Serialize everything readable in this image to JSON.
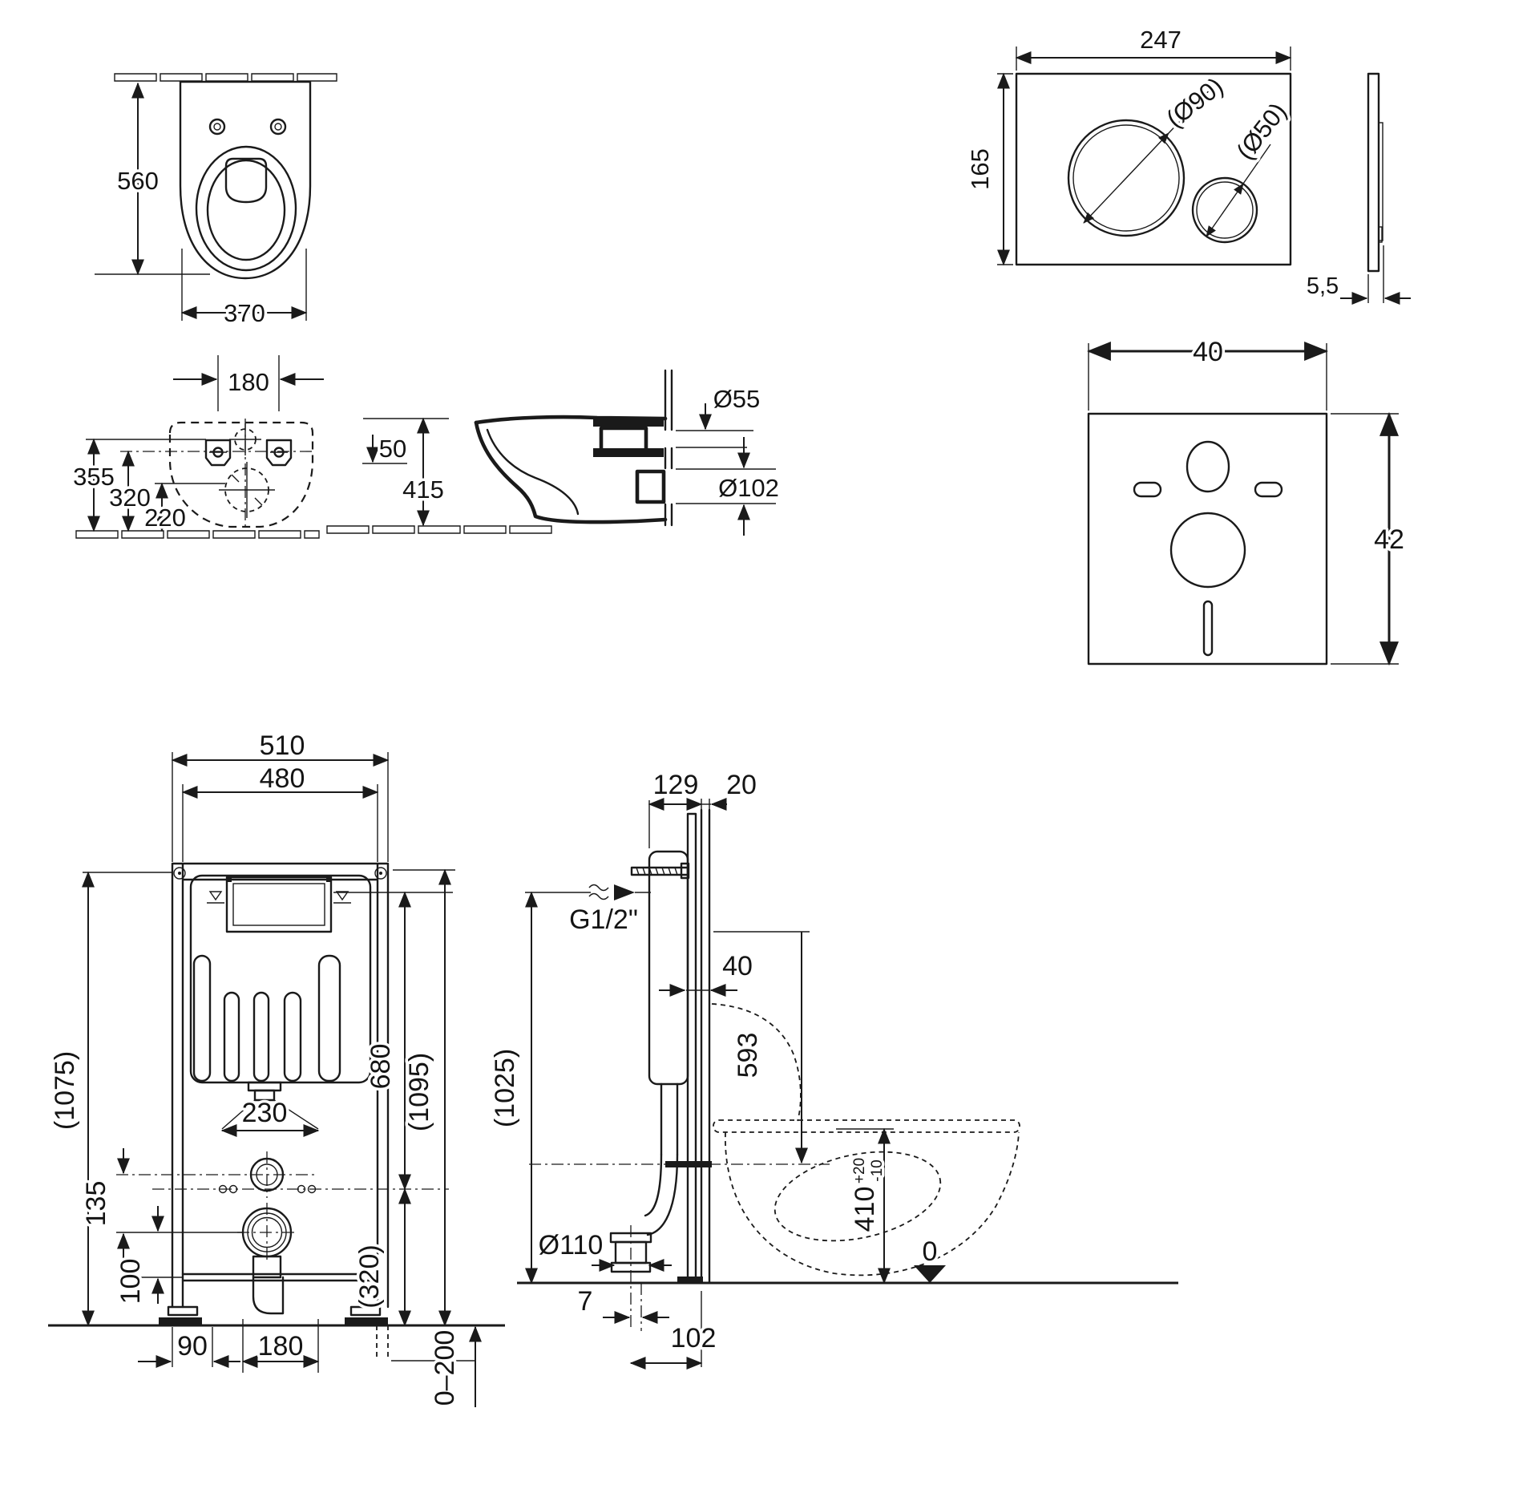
{
  "colors": {
    "line": "#1a1a1a",
    "background": "#ffffff"
  },
  "views": {
    "wc_top": {
      "depth": "560",
      "width": "370"
    },
    "wc_mount": {
      "hole_spacing": "180",
      "h_top": "355",
      "h_mid": "320",
      "h_low": "220"
    },
    "wc_side": {
      "height": "415",
      "step": "50",
      "inlet_d": "Ø55",
      "outlet_d": "Ø102"
    },
    "flush_plate": {
      "width": "247",
      "height": "165",
      "big_button": "(Ø90)",
      "small_button": "(Ø50)",
      "thickness": "5,5"
    },
    "mat": {
      "width": "40",
      "height": "42"
    },
    "frame_front": {
      "w_outer": "510",
      "w_inner": "480",
      "h_left": "(1075)",
      "h_right": "(1095)",
      "h_actuator": "680",
      "rod_spacing": "230",
      "d135": "135",
      "d100": "100",
      "h_anchor": "(320)",
      "d90": "90",
      "d180": "180",
      "feet_range": "0–200"
    },
    "frame_side": {
      "depth": "129",
      "panel": "20",
      "supply": "G1/2\"",
      "gap": "40",
      "d593": "593",
      "height": "(1025)",
      "drain": "Ø110",
      "d7": "7",
      "d102": "102",
      "seat_h": "410",
      "tol_up": "+20",
      "tol_dn": "-10",
      "datum": "0"
    }
  }
}
